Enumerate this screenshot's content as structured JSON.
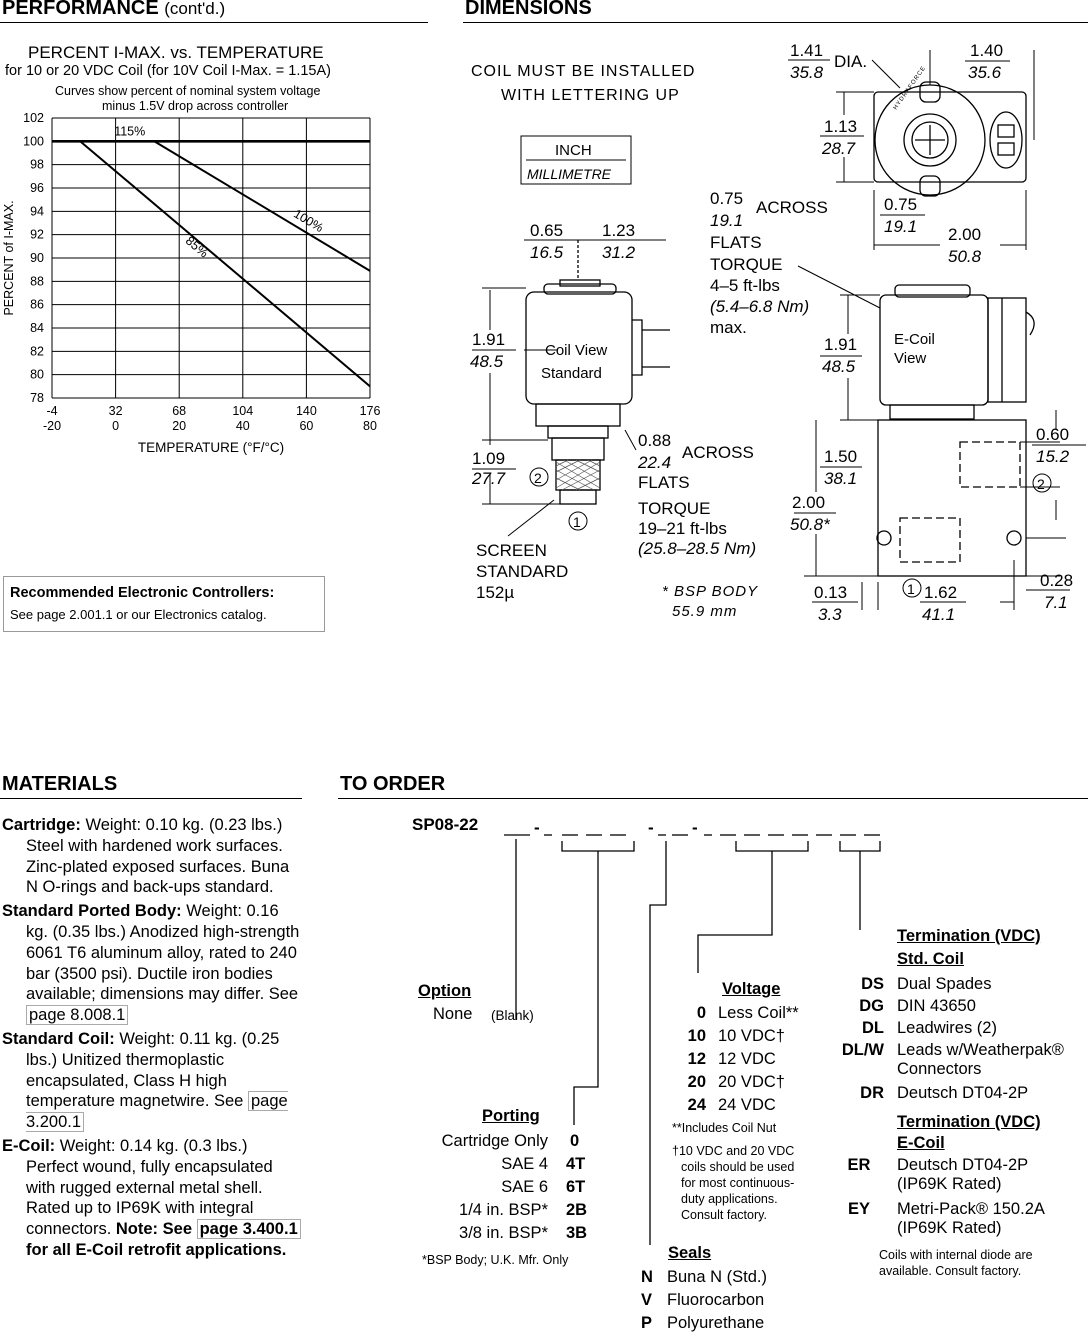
{
  "performance": {
    "title": "PERFORMANCE",
    "subtitle": "(cont'd.)"
  },
  "chart_data": {
    "type": "line",
    "title": "PERCENT I-MAX. vs. TEMPERATURE",
    "subtitle": "for 10 or 20 VDC Coil (for 10V Coil I-Max. = 1.15A)",
    "note_line1": "Curves show percent of nominal system voltage",
    "note_line2": "minus 1.5V drop across controller",
    "ylabel": "PERCENT of I-MAX.",
    "xlabel": "TEMPERATURE (°F/°C)",
    "ylim": [
      78,
      102
    ],
    "xlim": [
      -4,
      176
    ],
    "y_ticks": [
      "102",
      "100",
      "98",
      "96",
      "94",
      "92",
      "90",
      "88",
      "86",
      "84",
      "82",
      "80",
      "78"
    ],
    "x_ticks_f": [
      "-4",
      "32",
      "68",
      "104",
      "140",
      "176"
    ],
    "x_ticks_c": [
      "-20",
      "0",
      "20",
      "40",
      "60",
      "80"
    ],
    "grid": true,
    "series": [
      {
        "name": "115%",
        "x": [
          -4,
          176
        ],
        "y": [
          100,
          100
        ]
      },
      {
        "name": "100%",
        "x": [
          54,
          176
        ],
        "y": [
          100,
          88.9
        ]
      },
      {
        "name": "85%",
        "x": [
          12,
          176
        ],
        "y": [
          100,
          79
        ]
      }
    ]
  },
  "controllers": {
    "title": "Recommended Electronic Controllers:",
    "text": "See page 2.001.1 or our Electronics catalog."
  },
  "dimensions": {
    "title": "DIMENSIONS",
    "coil_note1": "COIL MUST BE INSTALLED",
    "coil_note2": "WITH LETTERING UP",
    "unit_inch": "INCH",
    "unit_mm": "MILLIMETRE",
    "d1_in": "0.65",
    "d1_mm": "16.5",
    "d2_in": "1.23",
    "d2_mm": "31.2",
    "d3_in": "1.91",
    "d3_mm": "48.5",
    "d4_in": "1.09",
    "d4_mm": "27.7",
    "std_coil1": "Standard",
    "std_coil2": "Coil View",
    "across_in": "0.88",
    "across_mm": "22.4",
    "across_word": "ACROSS",
    "flats_word": "FLATS",
    "torque_word": "TORQUE",
    "torque1": "19–21 ft-lbs",
    "torque1_nm": "(25.8–28.5 Nm)",
    "screen1": "SCREEN",
    "screen2": "STANDARD",
    "screen3": "152µ",
    "bsp_note1": "* BSP BODY",
    "bsp_note2": "55.9  mm",
    "dia_in": "1.41",
    "dia_mm": "35.8",
    "dia_word": "DIA.",
    "top1_in": "1.40",
    "top1_mm": "35.6",
    "top2_in": "1.13",
    "top2_mm": "28.7",
    "top3_in": "0.75",
    "top3_mm": "19.1",
    "top4_in": "2.00",
    "top4_mm": "50.8",
    "ac2_in": "0.75",
    "ac2_mm": "19.1",
    "ac2_word": "ACROSS",
    "ac2_flats": "FLATS",
    "torque2": "4–5 ft-lbs",
    "torque2_nm": "(5.4–6.8 Nm)",
    "torque2_max": "max.",
    "ecoil1": "E-Coil",
    "ecoil2": "View",
    "e1_in": "1.91",
    "e1_mm": "48.5",
    "e2_in": "1.50",
    "e2_mm": "38.1",
    "e3_in": "2.00",
    "e3_mm": "50.8*",
    "e4_in": "0.60",
    "e4_mm": "15.2",
    "e5_in": "0.13",
    "e5_mm": "3.3",
    "e6_in": "1.62",
    "e6_mm": "41.1",
    "e7_in": "0.28",
    "e7_mm": "7.1",
    "port1": "1",
    "port2": "2",
    "logo_text": "HYDRAFORCE"
  },
  "materials": {
    "title": "MATERIALS",
    "cartridge_label": "Cartridge:",
    "cartridge_text": "Weight: 0.10 kg. (0.23 lbs.) Steel with hardened work surfaces. Zinc-plated exposed surfaces. Buna N O-rings and back-ups standard.",
    "body_label": "Standard Ported Body:",
    "body_text": "Weight: 0.16 kg. (0.35 lbs.) Anodized high-strength 6061 T6 aluminum alloy, rated to 240 bar (3500 psi). Ductile iron bodies available; dimensions may differ.",
    "body_see": "See",
    "body_page": "page 8.008.1",
    "coil_label": "Standard Coil:",
    "coil_text": "Weight: 0.11 kg. (0.25 lbs.) Unitized thermoplastic encapsulated, Class H high temperature magnetwire. See",
    "coil_page": "page 3.200.1",
    "ecoil_label": "E-Coil:",
    "ecoil_text": "Weight: 0.14 kg. (0.3 lbs.) Perfect wound, fully encapsulated with rugged external metal shell. Rated up to IP69K with integral connectors.",
    "ecoil_note": "Note: See",
    "ecoil_page": "page 3.400.1",
    "ecoil_tail": "for all E-Coil retrofit applications."
  },
  "order": {
    "title": "TO ORDER",
    "model": "SP08-22",
    "option": {
      "title": "Option",
      "none": "None",
      "blank": "(Blank)"
    },
    "porting": {
      "title": "Porting",
      "rows": [
        {
          "label": "Cartridge Only",
          "code": "0"
        },
        {
          "label": "SAE 4",
          "code": "4T"
        },
        {
          "label": "SAE 6",
          "code": "6T"
        },
        {
          "label": "1/4 in. BSP*",
          "code": "2B"
        },
        {
          "label": "3/8 in. BSP*",
          "code": "3B"
        }
      ],
      "note": "*BSP Body; U.K. Mfr. Only"
    },
    "seals": {
      "title": "Seals",
      "rows": [
        {
          "code": "N",
          "label": "Buna N (Std.)"
        },
        {
          "code": "V",
          "label": "Fluorocarbon"
        },
        {
          "code": "P",
          "label": "Polyurethane"
        }
      ]
    },
    "voltage": {
      "title": "Voltage",
      "rows": [
        {
          "code": "0",
          "label": "Less Coil**"
        },
        {
          "code": "10",
          "label": "10 VDC†"
        },
        {
          "code": "12",
          "label": "12 VDC"
        },
        {
          "code": "20",
          "label": "20 VDC†"
        },
        {
          "code": "24",
          "label": "24 VDC"
        }
      ],
      "note1": "**Includes Coil Nut",
      "note2_1": "†10 VDC and 20 VDC",
      "note2_2": "coils should be used",
      "note2_3": "for most continuous-",
      "note2_4": "duty applications.",
      "note2_5": "Consult factory."
    },
    "termination": {
      "title1": "Termination (VDC)",
      "sub1": "Std. Coil",
      "std_rows": [
        {
          "code": "DS",
          "label": "Dual Spades"
        },
        {
          "code": "DG",
          "label": "DIN 43650"
        },
        {
          "code": "DL",
          "label": "Leadwires (2)"
        },
        {
          "code": "DL/W",
          "label": "Leads w/Weatherpak®"
        },
        {
          "code": "",
          "label": "Connectors"
        },
        {
          "code": "DR",
          "label": "Deutsch DT04-2P"
        }
      ],
      "title2": "Termination (VDC)",
      "sub2": "E-Coil",
      "e_rows": [
        {
          "code": "ER",
          "label": "Deutsch DT04-2P"
        },
        {
          "code": "",
          "label": "(IP69K Rated)"
        },
        {
          "code": "EY",
          "label": "Metri-Pack® 150.2A"
        },
        {
          "code": "",
          "label": "(IP69K Rated)"
        }
      ],
      "note1": "Coils with internal diode are",
      "note2": "available. Consult factory."
    }
  }
}
